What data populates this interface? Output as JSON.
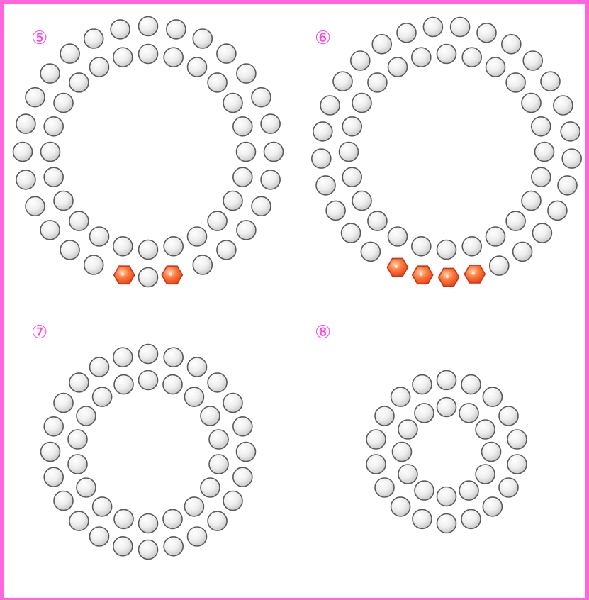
{
  "colors": {
    "frame": "#ff66dd",
    "label": "#ff44dd",
    "bead_stroke": "#5a5a5a",
    "bead_fill_light": "#ffffff",
    "bead_fill_dark": "#c8c8c8",
    "accent_fill": "#ff5a1f",
    "accent_stroke": "#c8361a"
  },
  "panels": [
    {
      "id": "5",
      "label": "⑤",
      "outer_ring_beads": 28,
      "inner_ring_beads": 24,
      "accent_beads": 2,
      "accent_shape": "hexagon"
    },
    {
      "id": "6",
      "label": "⑥",
      "outer_ring_beads": 29,
      "inner_ring_beads": 24,
      "accent_beads": 4,
      "accent_shape": "hexagon"
    },
    {
      "id": "7",
      "label": "⑦",
      "outer_ring_beads": 24,
      "inner_ring_beads": 18,
      "accent_beads": 0
    },
    {
      "id": "8",
      "label": "⑧",
      "outer_ring_beads": 18,
      "inner_ring_beads": 12,
      "accent_beads": 0
    }
  ]
}
